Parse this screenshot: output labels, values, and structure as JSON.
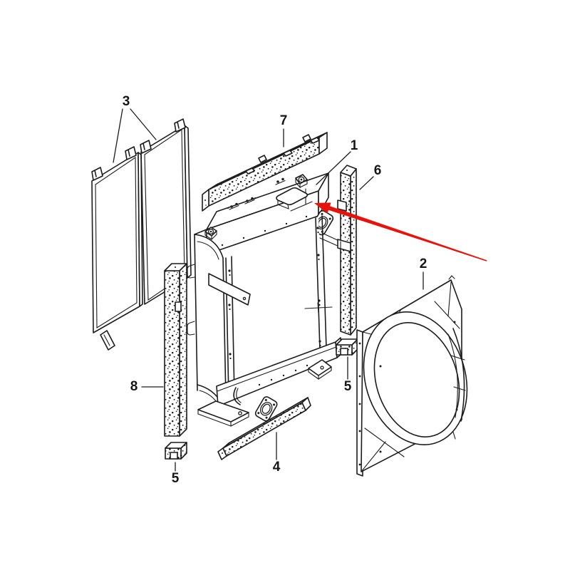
{
  "diagram": {
    "type": "exploded-parts-diagram",
    "subject": "radiator-assembly",
    "background": "#ffffff",
    "line_color": "#1c1c1c",
    "arrow_color": "#e8120b",
    "callouts": [
      {
        "key": "mounting-panels",
        "label": "3"
      },
      {
        "key": "top-mount-bar",
        "label": "7"
      },
      {
        "key": "filler-bracket",
        "label": "1"
      },
      {
        "key": "right-support-post",
        "label": "6"
      },
      {
        "key": "fan-shroud",
        "label": "2"
      },
      {
        "key": "left-support-post",
        "label": "8"
      },
      {
        "key": "left-foot-block",
        "label": "5"
      },
      {
        "key": "bottom-mount-bar",
        "label": "4"
      },
      {
        "key": "right-foot-block",
        "label": "5"
      }
    ]
  }
}
